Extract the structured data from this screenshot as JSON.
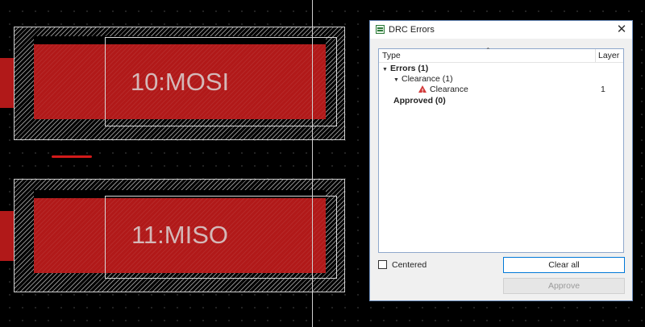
{
  "pads": [
    {
      "label": "10:MOSI"
    },
    {
      "label": "11:MISO"
    }
  ],
  "dialog": {
    "title": "DRC Errors",
    "close_glyph": "✕",
    "columns": {
      "type": "Type",
      "layer": "Layer"
    },
    "tree": {
      "errors": "Errors (1)",
      "clearance_group": "Clearance (1)",
      "clearance_item": "Clearance",
      "clearance_layer": "1",
      "approved": "Approved (0)"
    },
    "centered_label": "Centered",
    "buttons": {
      "clear_all": "Clear all",
      "approve": "Approve"
    }
  },
  "colors": {
    "pad_red": "#b11919",
    "canvas": "#000000",
    "dialog_border": "#6e8fbf"
  },
  "icons": {
    "title": "drc-table-icon",
    "warning": "warning-triangle-icon",
    "close": "close-icon"
  }
}
